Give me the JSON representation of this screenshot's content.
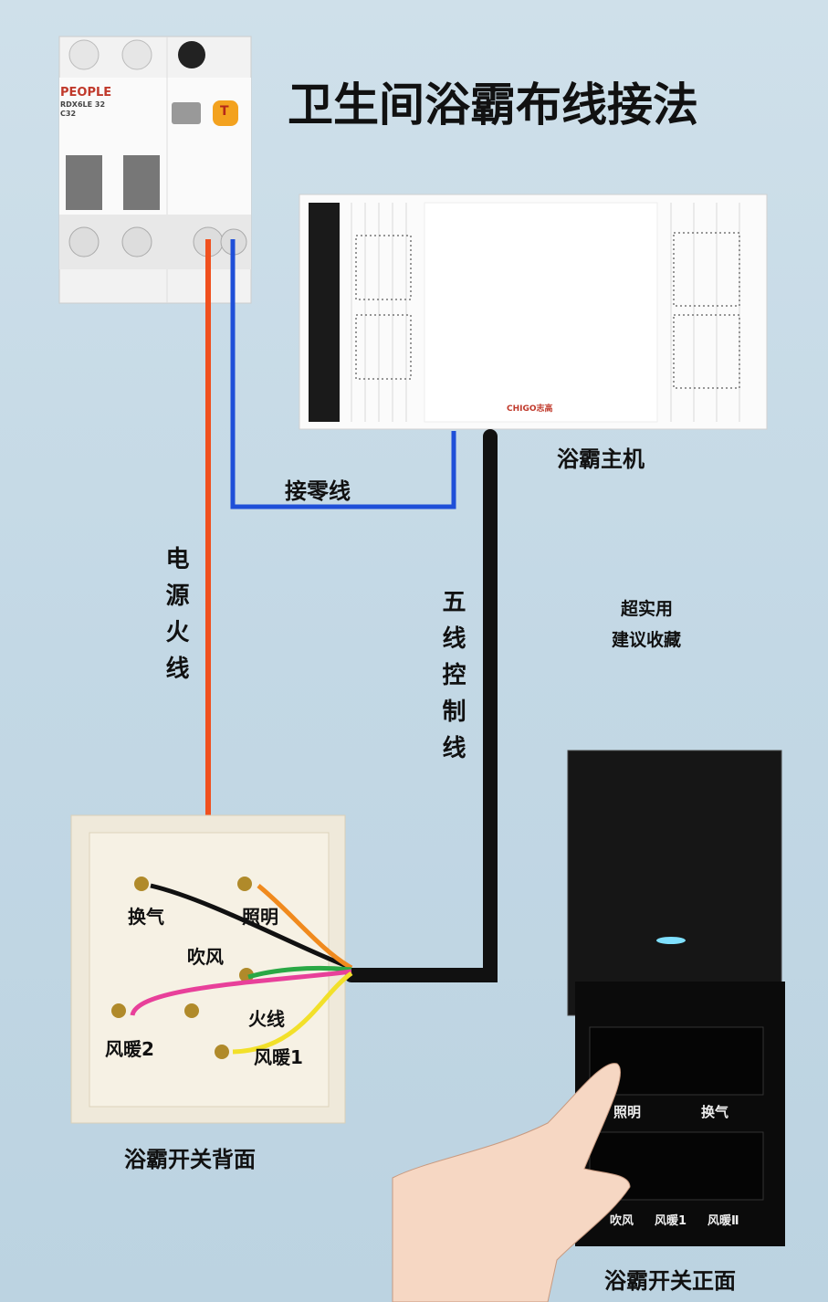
{
  "title": "卫生间浴霸布线接法",
  "breaker": {
    "brand": "PEOPLE",
    "model": "RDX6LE 32",
    "rating": "C32",
    "test_button": "T"
  },
  "heater": {
    "label": "浴霸主机",
    "brand": "CHIGO志高"
  },
  "wires": {
    "neutral_label": "接零线",
    "live_label": "电源火线",
    "control_label": "五线控制线",
    "colors": {
      "live": "#f0501e",
      "neutral": "#1f4fd8",
      "control": "#111111",
      "orange": "#f08a1e",
      "green": "#2aa845",
      "pink": "#e8409a",
      "yellow": "#f2e02a"
    }
  },
  "tip": {
    "line1": "超实用",
    "line2": "建议收藏"
  },
  "switch_back": {
    "caption": "浴霸开关背面",
    "terminals": {
      "vent": "换气",
      "light": "照明",
      "blow": "吹风",
      "live": "火线",
      "heat2": "风暖2",
      "heat1": "风暖1"
    }
  },
  "switch_front": {
    "caption": "浴霸开关正面",
    "buttons": {
      "light": "照明",
      "vent": "换气",
      "blow": "吹风",
      "heat1": "风暖1",
      "heat2": "风暖Ⅱ"
    }
  }
}
